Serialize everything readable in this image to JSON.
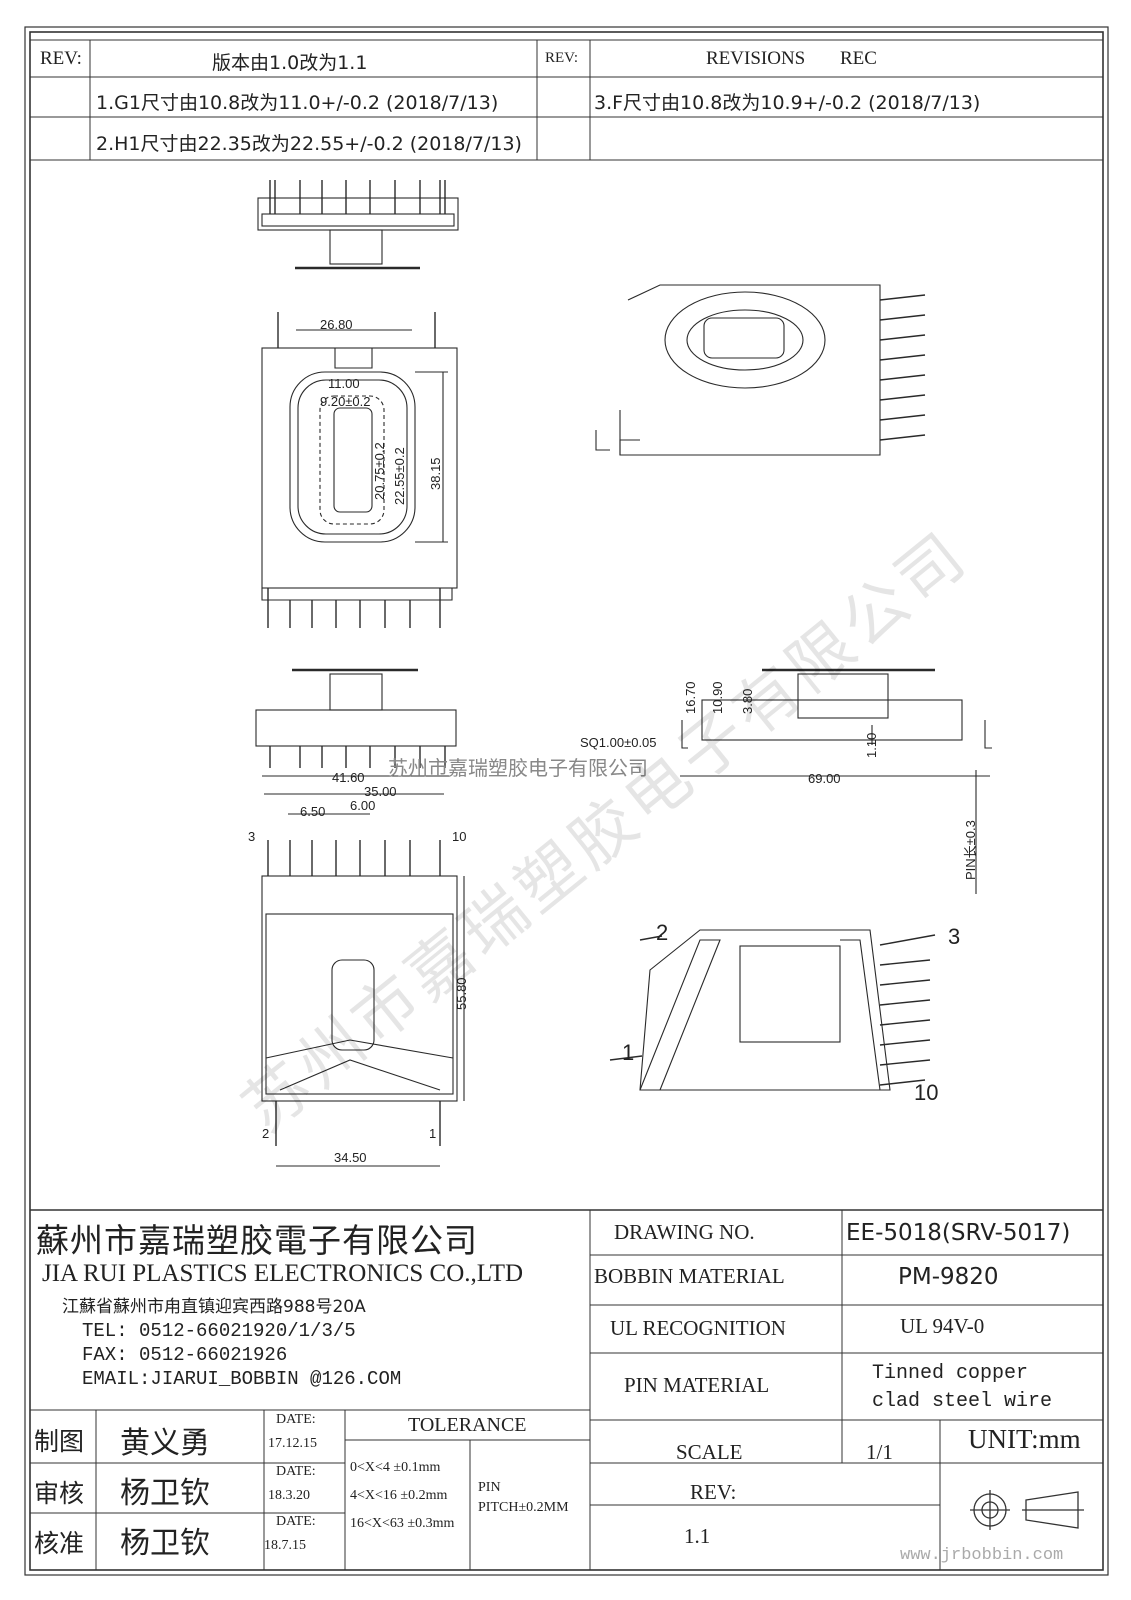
{
  "revision_block": {
    "rev_label_left": "REV:",
    "rev_label_right": "REV:",
    "version_note": "版本由1.0改为1.1",
    "revisions_header": "REVISIONS",
    "rec_header": "REC",
    "items": [
      "1.G1尺寸由10.8改为11.0+/-0.2 (2018/7/13)",
      "2.H1尺寸由22.35改为22.55+/-0.2 (2018/7/13)",
      "3.F尺寸由10.8改为10.9+/-0.2 (2018/7/13)"
    ]
  },
  "drawing": {
    "top_view_dims": {
      "I": "26.80",
      "G1": "11.00",
      "F": "9.20±0.2",
      "A1": "20.75±0.2",
      "H1": "22.55±0.2",
      "C": "38.15"
    },
    "side_dims": {
      "d1": "16.70",
      "d2": "10.90",
      "d3": "3.80",
      "sq": "SQ1.00±0.05",
      "h": "1.10",
      "A": "69.00",
      "pin": "PIN长±0.3"
    },
    "bottom_view_dims": {
      "K": "41.60",
      "B3": "35.00",
      "B1": "6.50",
      "B2": "6.00",
      "D": "55.80",
      "M": "34.50"
    },
    "pin_labels": {
      "p3": "3",
      "p10": "10",
      "p2": "2",
      "p1": "1"
    },
    "iso_pin_labels": {
      "p2": "2",
      "p3": "3",
      "p1": "1",
      "p10": "10"
    },
    "watermark_center": "苏州市嘉瑞塑胶电子有限公司",
    "watermark_diagonal": "苏州市嘉瑞塑胶电子有限公司"
  },
  "title_block": {
    "company_cn": "蘇州市嘉瑞塑胶電子有限公司",
    "company_en": "JIA RUI PLASTICS ELECTRONICS CO.,LTD",
    "address": "江蘇省蘇州市甪直镇迎宾西路988号20A",
    "tel": "TEL: 0512-66021920/1/3/5",
    "fax": "FAX: 0512-66021926",
    "email": "EMAIL:JIARUI_BOBBIN @126.COM",
    "drawing_no_label": "DRAWING  NO.",
    "drawing_no": "EE-5018(SRV-5017)",
    "bobbin_material_label": "BOBBIN  MATERIAL",
    "bobbin_material": "PM-9820",
    "ul_label": "UL RECOGNITION",
    "ul_value": "UL 94V-0",
    "pin_material_label": "PIN MATERIAL",
    "pin_material_line1": "Tinned copper",
    "pin_material_line2": "clad steel wire",
    "scale_label": "SCALE",
    "scale_value": "1/1",
    "unit": "UNIT:mm",
    "rev_label": "REV:",
    "rev_value": "1.1",
    "tolerance_label": "TOLERANCE",
    "tol_1": "0<X<4  ±0.1mm",
    "tol_2": "4<X<16 ±0.2mm",
    "tol_3": "16<X<63 ±0.3mm",
    "pin_pitch_1": "PIN",
    "pin_pitch_2": "PITCH±0.2MM",
    "date_label": "DATE:",
    "roles": [
      {
        "role": "制图",
        "name": "黄义勇",
        "date": "17.12.15"
      },
      {
        "role": "审核",
        "name": "杨卫钦",
        "date": "18.3.20"
      },
      {
        "role": "核准",
        "name": "杨卫钦",
        "date": "18.7.15"
      }
    ],
    "website": "www.jrbobbin.com"
  }
}
